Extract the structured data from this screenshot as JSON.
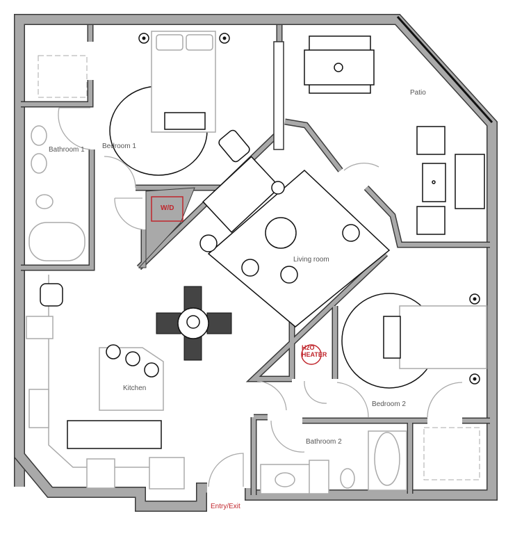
{
  "plan": {
    "rooms": {
      "patio": "Patio",
      "bedroom1": "Bedroom 1",
      "bathroom1": "Bathroom 1",
      "wd": "W/D",
      "living": "Living room",
      "kitchen": "Kitchen",
      "h2o_line1": "H2O",
      "h2o_line2": "HEATER",
      "bedroom2": "Bedroom 2",
      "bathroom2": "Bathroom 2",
      "entry": "Entry/Exit"
    },
    "colors": {
      "wall": "#a9a9a9",
      "accent": "#c0262c"
    }
  }
}
